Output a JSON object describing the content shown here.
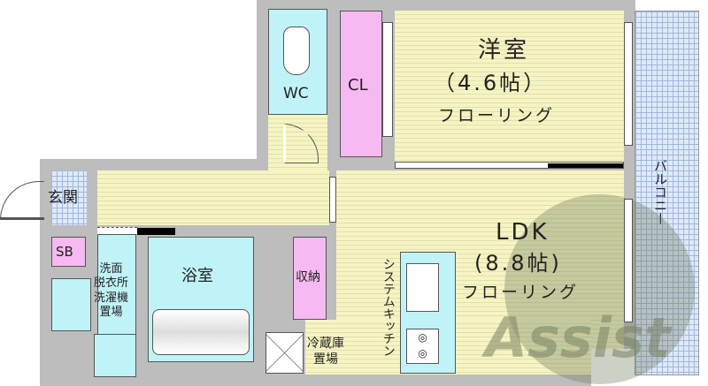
{
  "rooms": {
    "western": {
      "name": "洋室",
      "size": "（4.6帖）",
      "floor": "フローリング"
    },
    "closet": "CL",
    "wc": "WC",
    "entrance": "玄関",
    "shoebox": "SB",
    "washroom": [
      "洗面",
      "脱衣所",
      "洗濯機",
      "置場"
    ],
    "bathroom": "浴室",
    "storage": "収納",
    "ldk": {
      "name": "LDK",
      "size": "(8.8帖)",
      "floor": "フローリング"
    },
    "kitchen": "システムキッチン",
    "fridge": [
      "冷蔵庫",
      "置場"
    ],
    "balcony": "バルコニー"
  },
  "watermark": "Assist"
}
